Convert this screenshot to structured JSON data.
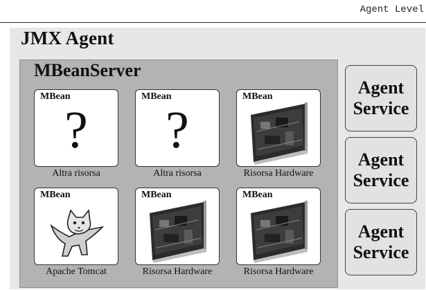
{
  "agent_level_label": "Agent Level",
  "jmx_agent": {
    "title": "JMX Agent",
    "mbean_server": {
      "title": "MBeanServer",
      "mbeans": [
        {
          "label": "MBean",
          "icon": "question-mark-icon",
          "glyph": "?",
          "caption": "Altra risorsa"
        },
        {
          "label": "MBean",
          "icon": "question-mark-icon",
          "glyph": "?",
          "caption": "Altra risorsa"
        },
        {
          "label": "MBean",
          "icon": "hardware-card-icon",
          "caption": "Risorsa Hardware"
        },
        {
          "label": "MBean",
          "icon": "tomcat-cat-icon",
          "caption": "Apache Tomcat"
        },
        {
          "label": "MBean",
          "icon": "hardware-card-icon",
          "caption": "Risorsa Hardware"
        },
        {
          "label": "MBean",
          "icon": "hardware-card-icon",
          "caption": "Risorsa Hardware"
        }
      ]
    },
    "agent_services": [
      {
        "line1": "Agent",
        "line2": "Service"
      },
      {
        "line1": "Agent",
        "line2": "Service"
      },
      {
        "line1": "Agent",
        "line2": "Service"
      }
    ]
  }
}
